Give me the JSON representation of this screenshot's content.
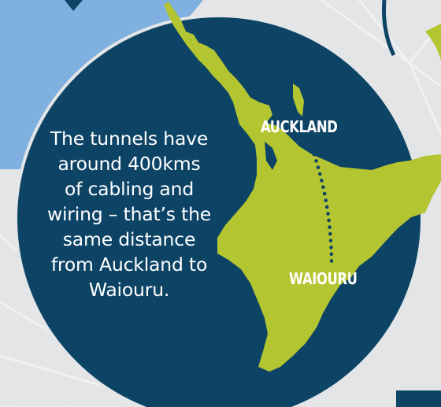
{
  "fact": {
    "lines": [
      "The tunnels have",
      "around 400kms",
      "of cabling and",
      "wiring – that’s the",
      "same distance",
      "from Auckland to",
      "Waiouru."
    ]
  },
  "map": {
    "label_north": "AUCKLAND",
    "label_south": "WAIOURU"
  },
  "colors": {
    "background": "#e3e5e7",
    "circle": "#0d4466",
    "land": "#b3c530",
    "blue_arrow": "#7fb0df",
    "route_dots": "#0d4466",
    "text": "#ffffff"
  }
}
